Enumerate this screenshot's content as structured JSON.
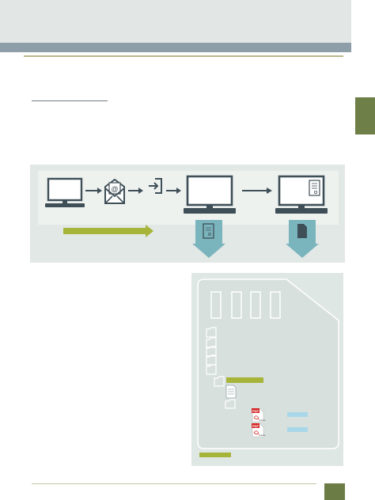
{
  "page": {
    "colors": {
      "header_band": "#e2e7e6",
      "header_bar": "#8e9ea8",
      "accent_olive": "#6e7f48",
      "accent_lime": "#a7b43a",
      "accent_teal": "#7ab4bd",
      "accent_light_blue": "#a9d7ea",
      "icon_stroke": "#3f4f58"
    }
  },
  "diagram": {
    "steps": [
      {
        "icon": "desktop-computer-icon"
      },
      {
        "icon": "email-envelope-icon"
      },
      {
        "icon": "login-arrow-icon"
      },
      {
        "icon": "desktop-computer-icon"
      },
      {
        "icon": "desktop-computer-document-icon"
      }
    ],
    "outputs": [
      {
        "icon": "document-download-icon"
      },
      {
        "icon": "sd-card-download-icon"
      }
    ]
  },
  "sd_card": {
    "icons": [
      "folder-icon",
      "document-icon",
      "pdf-file-icon"
    ],
    "pdf_files": [
      {
        "badge": "PDF",
        "caption": "Adobe"
      },
      {
        "badge": "PDF",
        "caption": "Adobe"
      }
    ]
  }
}
